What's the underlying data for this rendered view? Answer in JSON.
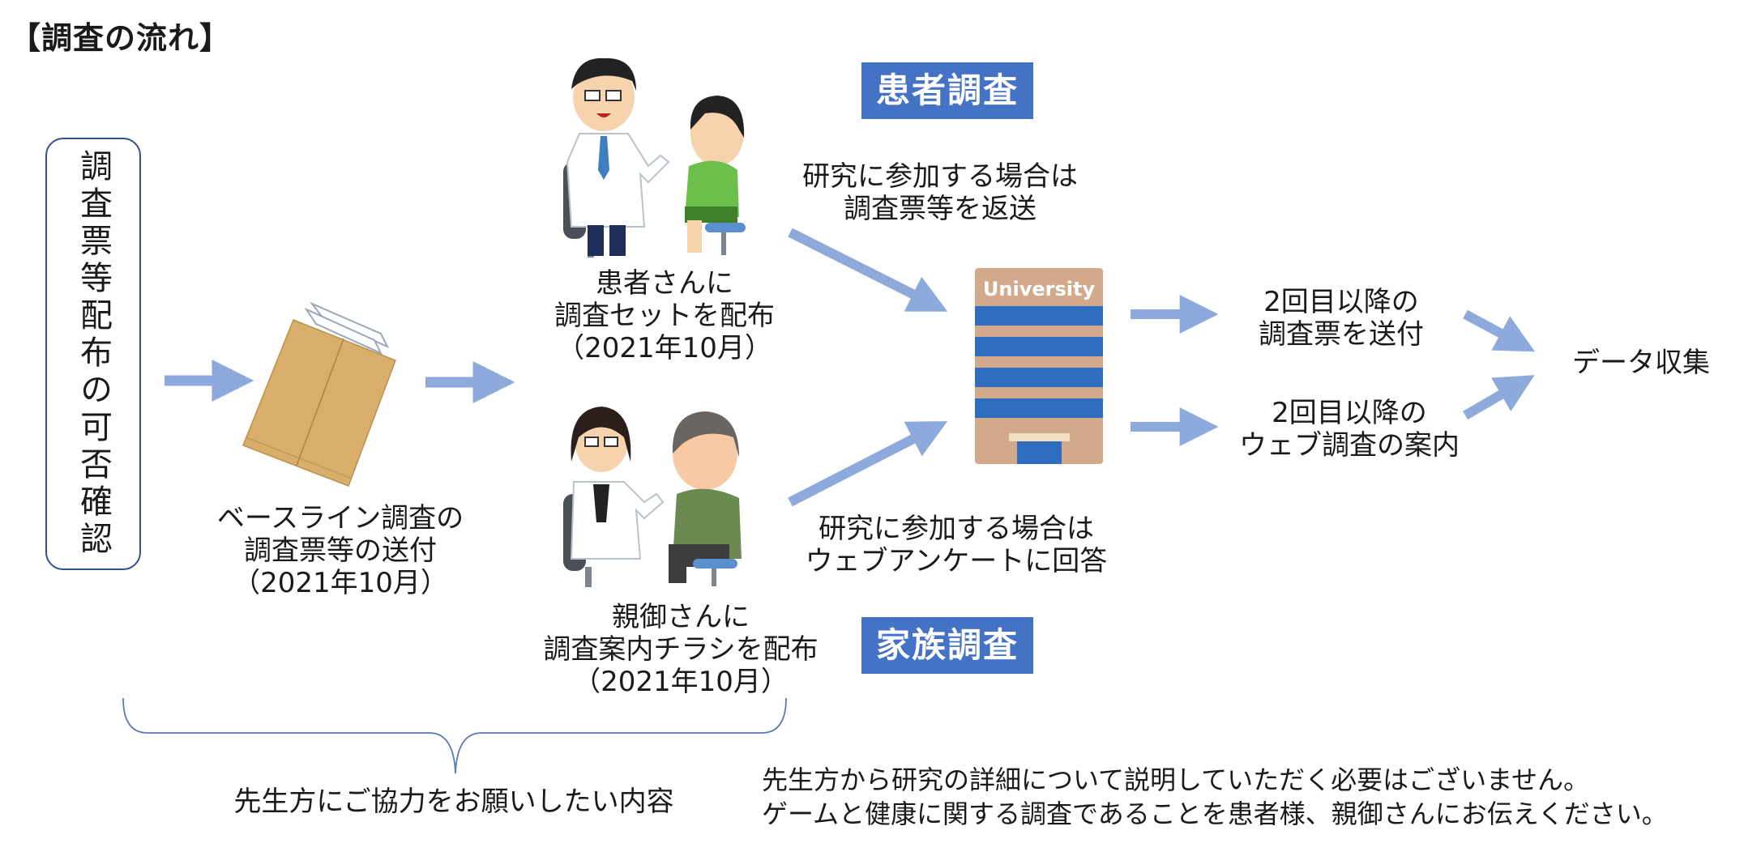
{
  "title": "【調査の流れ】",
  "colors": {
    "arrow": "#8EA9DB",
    "label_bg": "#4472C4",
    "box_border": "#2F528F",
    "brace": "#5B7BB5"
  },
  "steps": {
    "confirm": "調査票等配布の可否確認",
    "baseline": "ベースライン調査の\n調査票等の送付\n（2021年10月）",
    "patient_dist": "患者さんに\n調査セットを配布\n（2021年10月）",
    "parent_dist": "親御さんに\n調査案内チラシを配布\n（2021年10月）",
    "patient_return": "研究に参加する場合は\n調査票等を返送",
    "parent_web": "研究に参加する場合は\nウェブアンケートに回答",
    "followup_mail": "2回目以降の\n調査票を送付",
    "followup_web": "2回目以降の\nウェブ調査の案内",
    "data_collection": "データ収集"
  },
  "labels": {
    "patient_survey": "患者調査",
    "family_survey": "家族調査"
  },
  "building": {
    "sign": "University"
  },
  "brace_caption": "先生方にご協力をお願いしたい内容",
  "notes": "先生方から研究の詳細について説明していただく必要はございません。\nゲームと健康に関する調査であることを患者様、親御さんにお伝えください。"
}
